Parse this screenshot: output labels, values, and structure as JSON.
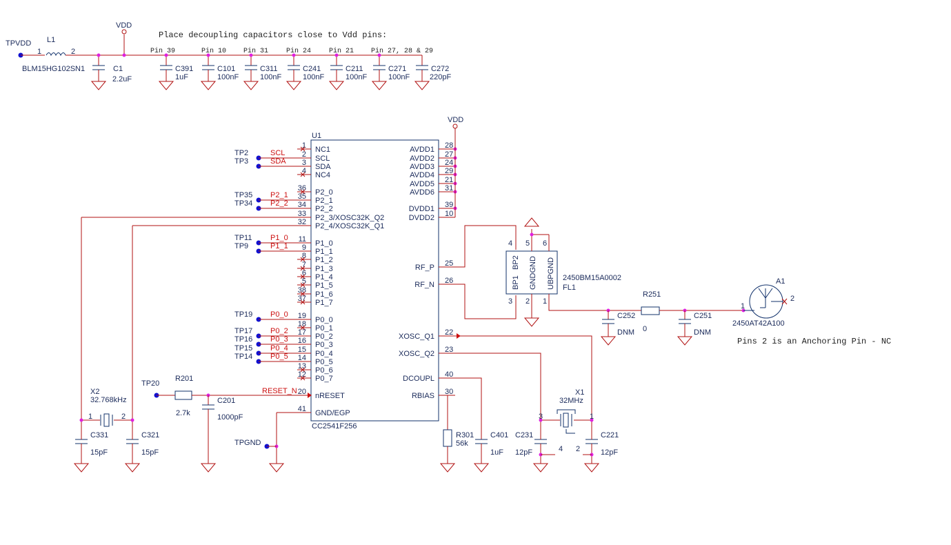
{
  "notes": {
    "decoupling": "Place decoupling capacitors close to Vdd pins:",
    "anchoring": "Pins 2 is an Anchoring Pin - NC"
  },
  "power": {
    "vdd_top": "VDD",
    "vdd_chip": "VDD",
    "tpvdd": "TPVDD"
  },
  "inductor": {
    "ref": "L1",
    "value": "BLM15HG102SN1",
    "pin1": "1",
    "pin2": "2"
  },
  "decoupling_caps": [
    {
      "pin": "",
      "ref": "C1",
      "value": "2.2uF"
    },
    {
      "pin": "Pin 39",
      "ref": "C391",
      "value": "1uF"
    },
    {
      "pin": "Pin 10",
      "ref": "C101",
      "value": "100nF"
    },
    {
      "pin": "Pin 31",
      "ref": "C311",
      "value": "100nF"
    },
    {
      "pin": "Pin 24",
      "ref": "C241",
      "value": "100nF"
    },
    {
      "pin": "Pin 21",
      "ref": "C211",
      "value": "100nF"
    },
    {
      "pin": "Pin 27, 28 & 29",
      "ref": "C271",
      "value": "100nF"
    },
    {
      "pin": "",
      "ref": "C272",
      "value": "220pF"
    }
  ],
  "chip": {
    "ref": "U1",
    "part": "CC2541F256",
    "left_pins": [
      {
        "num": "1",
        "name": "NC1"
      },
      {
        "num": "2",
        "name": "SCL"
      },
      {
        "num": "3",
        "name": "SDA"
      },
      {
        "num": "4",
        "name": "NC4"
      },
      {
        "num": "36",
        "name": "P2_0"
      },
      {
        "num": "35",
        "name": "P2_1"
      },
      {
        "num": "34",
        "name": "P2_2"
      },
      {
        "num": "33",
        "name": "P2_3/XOSC32K_Q2"
      },
      {
        "num": "32",
        "name": "P2_4/XOSC32K_Q1"
      },
      {
        "num": "11",
        "name": "P1_0"
      },
      {
        "num": "9",
        "name": "P1_1"
      },
      {
        "num": "8",
        "name": "P1_2"
      },
      {
        "num": "7",
        "name": "P1_3"
      },
      {
        "num": "6",
        "name": "P1_4"
      },
      {
        "num": "5",
        "name": "P1_5"
      },
      {
        "num": "38",
        "name": "P1_6"
      },
      {
        "num": "37",
        "name": "P1_7"
      },
      {
        "num": "19",
        "name": "P0_0"
      },
      {
        "num": "18",
        "name": "P0_1"
      },
      {
        "num": "17",
        "name": "P0_2"
      },
      {
        "num": "16",
        "name": "P0_3"
      },
      {
        "num": "15",
        "name": "P0_4"
      },
      {
        "num": "14",
        "name": "P0_5"
      },
      {
        "num": "13",
        "name": "P0_6"
      },
      {
        "num": "12",
        "name": "P0_7"
      },
      {
        "num": "20",
        "name": "nRESET"
      },
      {
        "num": "41",
        "name": "GND/EGP"
      }
    ],
    "right_pins": [
      {
        "num": "28",
        "name": "AVDD1"
      },
      {
        "num": "27",
        "name": "AVDD2"
      },
      {
        "num": "24",
        "name": "AVDD3"
      },
      {
        "num": "29",
        "name": "AVDD4"
      },
      {
        "num": "21",
        "name": "AVDD5"
      },
      {
        "num": "31",
        "name": "AVDD6"
      },
      {
        "num": "39",
        "name": "DVDD1"
      },
      {
        "num": "10",
        "name": "DVDD2"
      },
      {
        "num": "25",
        "name": "RF_P"
      },
      {
        "num": "26",
        "name": "RF_N"
      },
      {
        "num": "22",
        "name": "XOSC_Q1"
      },
      {
        "num": "23",
        "name": "XOSC_Q2"
      },
      {
        "num": "40",
        "name": "DCOUPL"
      },
      {
        "num": "30",
        "name": "RBIAS"
      }
    ]
  },
  "test_points": [
    {
      "ref": "TP2",
      "net": "SCL"
    },
    {
      "ref": "TP3",
      "net": "SDA"
    },
    {
      "ref": "TP35",
      "net": "P2_1"
    },
    {
      "ref": "TP34",
      "net": "P2_2"
    },
    {
      "ref": "TP11",
      "net": "P1_0"
    },
    {
      "ref": "TP9",
      "net": "P1_1"
    },
    {
      "ref": "TP19",
      "net": "P0_0"
    },
    {
      "ref": "TP17",
      "net": "P0_2"
    },
    {
      "ref": "TP16",
      "net": "P0_3"
    },
    {
      "ref": "TP15",
      "net": "P0_4"
    },
    {
      "ref": "TP14",
      "net": "P0_5"
    }
  ],
  "reset": {
    "tp": "TP20",
    "res_ref": "R201",
    "res_val": "2.7k",
    "cap_ref": "C201",
    "cap_val": "1000pF",
    "net": "RESET_N"
  },
  "tpgnd": "TPGND",
  "xtal32k": {
    "ref": "X2",
    "value": "32.768kHz",
    "pin1": "1",
    "pin2": "2",
    "c1_ref": "C331",
    "c1_val": "15pF",
    "c2_ref": "C321",
    "c2_val": "15pF"
  },
  "balun": {
    "ref": "FL1",
    "part": "2450BM15A0002",
    "pins": [
      "BP1",
      "BP2",
      "GNDGND",
      "UBPGND"
    ],
    "pin_nums": [
      "4",
      "5",
      "6",
      "3",
      "2",
      "1"
    ]
  },
  "rf": {
    "r_ref": "R251",
    "r_val": "0",
    "c252_ref": "C252",
    "c252_val": "DNM",
    "c251_ref": "C251",
    "c251_val": "DNM",
    "ant_ref": "A1",
    "ant_part": "2450AT42A100",
    "ant_pin1": "1",
    "ant_pin2": "2"
  },
  "rbias": {
    "ref": "R301",
    "value": "56k"
  },
  "dcoupl": {
    "ref": "C401",
    "value": "1uF"
  },
  "xtal32m": {
    "ref": "X1",
    "value": "32MHz",
    "p1": "1",
    "p2": "2",
    "p3": "3",
    "p4": "4",
    "c1_ref": "C231",
    "c1_val": "12pF",
    "c2_ref": "C221",
    "c2_val": "12pF"
  }
}
